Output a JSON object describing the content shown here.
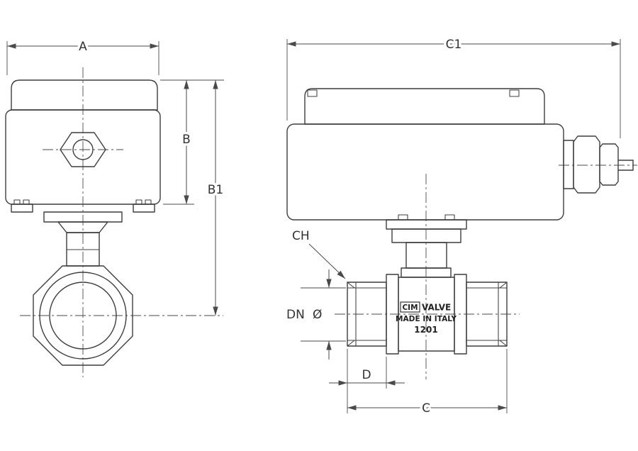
{
  "dimensions": {
    "width_a": "A",
    "actuator_height_b": "B",
    "total_height_b1": "B1",
    "total_length_c1": "C1",
    "wrench_size_ch": "CH",
    "nominal_bore_dn": "DN",
    "diameter_symbol": "Ø",
    "thread_depth_d": "D",
    "body_length_c": "C"
  },
  "valve_markings": {
    "brand_box": "CIM",
    "brand_text": "VALVE",
    "origin_text": "MADE IN ITALY",
    "model_number": "1201"
  },
  "colors": {
    "part_line": "#3d3d3d",
    "dim_line": "#4a4a4a",
    "label_text": "#333333",
    "background": "#ffffff"
  }
}
